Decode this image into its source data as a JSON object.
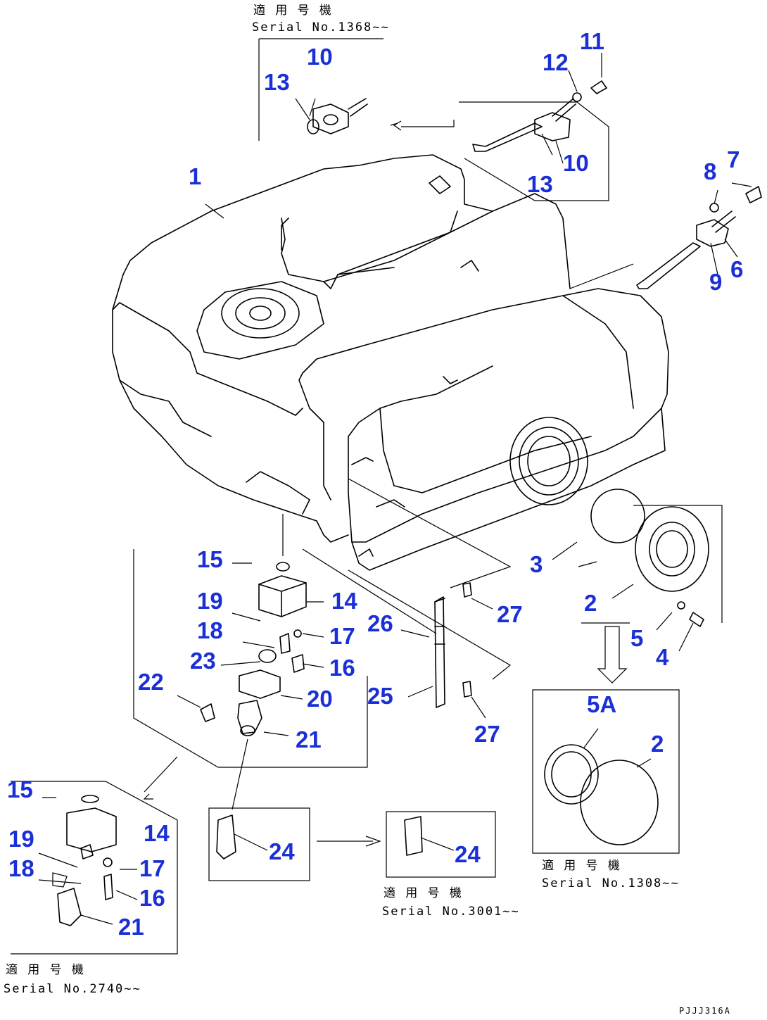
{
  "callouts": {
    "c1": "1",
    "c2": "2",
    "c2b": "2",
    "c3": "3",
    "c4": "4",
    "c5": "5",
    "c5a": "5A",
    "c6": "6",
    "c7": "7",
    "c8": "8",
    "c9": "9",
    "c10a": "10",
    "c10b": "10",
    "c11": "11",
    "c12": "12",
    "c13a": "13",
    "c13b": "13",
    "c14a": "14",
    "c14b": "14",
    "c15a": "15",
    "c15b": "15",
    "c16a": "16",
    "c16b": "16",
    "c17a": "17",
    "c17b": "17",
    "c18a": "18",
    "c18b": "18",
    "c19a": "19",
    "c19b": "19",
    "c20": "20",
    "c21a": "21",
    "c21b": "21",
    "c22": "22",
    "c23": "23",
    "c24a": "24",
    "c24b": "24",
    "c25": "25",
    "c26": "26",
    "c27a": "27",
    "c27b": "27"
  },
  "notes": {
    "top": {
      "jp": "適 用 号 機",
      "serial": "Serial No.1368~~"
    },
    "cover": {
      "jp": "適 用 号 機",
      "serial": "Serial No.1308~~"
    },
    "drain": {
      "jp": "適 用 号 機",
      "serial": "Serial No.3001~~"
    },
    "valve": {
      "jp": "適 用 号 機",
      "serial": "Serial No.2740~~"
    }
  },
  "doc_id": "PJJJ316A"
}
